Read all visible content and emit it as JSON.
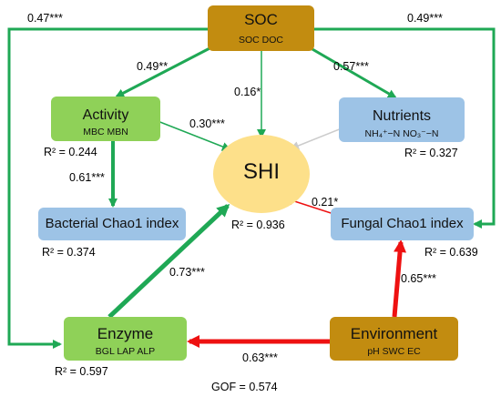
{
  "colors": {
    "soc_env_fill": "#c28c10",
    "green_fill": "#8fd158",
    "blue_fill": "#9dc3e6",
    "shi_fill": "#fde08a",
    "green_arrow": "#1fa855",
    "red_arrow": "#ee1111",
    "gray_arrow": "#cccccc"
  },
  "nodes": {
    "soc": {
      "title": "SOC",
      "sub": "SOC DOC"
    },
    "activity": {
      "title": "Activity",
      "sub": "MBC MBN",
      "r2": "R² = 0.244"
    },
    "nutrients": {
      "title": "Nutrients",
      "sub": "NH₄⁺−N NO₃⁻−N",
      "r2": "R² = 0.327"
    },
    "shi": {
      "title": "SHI",
      "r2": "R² = 0.936"
    },
    "bacterial": {
      "title": "Bacterial Chao1 index",
      "r2": "R² = 0.374"
    },
    "fungal": {
      "title": "Fungal Chao1 index",
      "r2": "R² = 0.639"
    },
    "enzyme": {
      "title": "Enzyme",
      "sub": "BGL LAP ALP",
      "r2": "R² = 0.597"
    },
    "environment": {
      "title": "Environment",
      "sub": "pH SWC EC"
    }
  },
  "paths": {
    "soc_enzyme": "0.47***",
    "soc_fungal": "0.49***",
    "soc_activity": "0.49**",
    "soc_shi": "0.16*",
    "soc_nutrients": "0.57***",
    "activity_shi": "0.30***",
    "activity_bacterial": "0.61***",
    "fungal_shi": "0.21*",
    "enzyme_shi": "0.73***",
    "env_fungal": "0.65***",
    "env_enzyme": "0.63***"
  },
  "gof": "GOF = 0.574"
}
